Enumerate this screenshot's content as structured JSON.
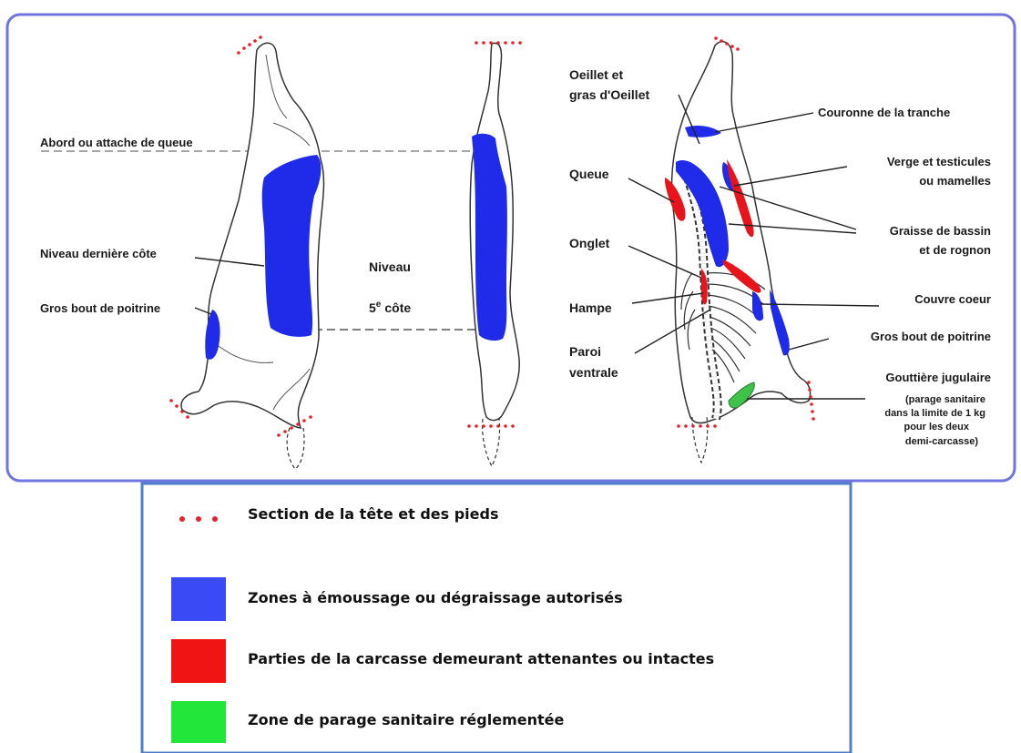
{
  "labels": {
    "abord": "Abord ou attache de queue",
    "niveau_derniere": "Niveau dernière côte",
    "gros_bout_left": "Gros bout de poitrine",
    "niveau": "Niveau",
    "cote_num": "5",
    "cote_sup": "e",
    "cote_word": "côte",
    "oeillet_1": "Oeillet et",
    "oeillet_2": "gras d'Oeillet",
    "queue": "Queue",
    "onglet": "Onglet",
    "hampe": "Hampe",
    "paroi_1": "Paroi",
    "paroi_2": "ventrale",
    "couronne": "Couronne de la tranche",
    "verge_1": "Verge et testicules",
    "verge_2": "ou mamelles",
    "graisse_1": "Graisse de bassin",
    "graisse_2": "et de rognon",
    "couvre": "Couvre coeur",
    "gros_bout_right": "Gros bout de poitrine",
    "gouttiere": "Gouttière jugulaire",
    "parage_1": "(parage sanitaire",
    "parage_2": "dans la limite de 1 kg",
    "parage_3": "pour les deux",
    "parage_4": "demi-carcasse)"
  },
  "legend": {
    "items": [
      {
        "swatch": "dots",
        "color": "#e8202a",
        "text": "Section de la tête et des pieds"
      },
      {
        "swatch": "box",
        "color": "#3a4af5",
        "text": "Zones à émoussage ou dégraissage autorisés"
      },
      {
        "swatch": "box",
        "color": "#f01414",
        "text": "Parties de la carcasse demeurant attenantes ou intactes"
      },
      {
        "swatch": "box",
        "color": "#22e63a",
        "text": "Zone de parage sanitaire réglementée"
      }
    ]
  },
  "colors": {
    "blue": "#1f2be8",
    "red": "#e8141c",
    "green": "#3fc24a",
    "frame_border": "#6f74e0",
    "legend_border": "#4f7fc9"
  }
}
